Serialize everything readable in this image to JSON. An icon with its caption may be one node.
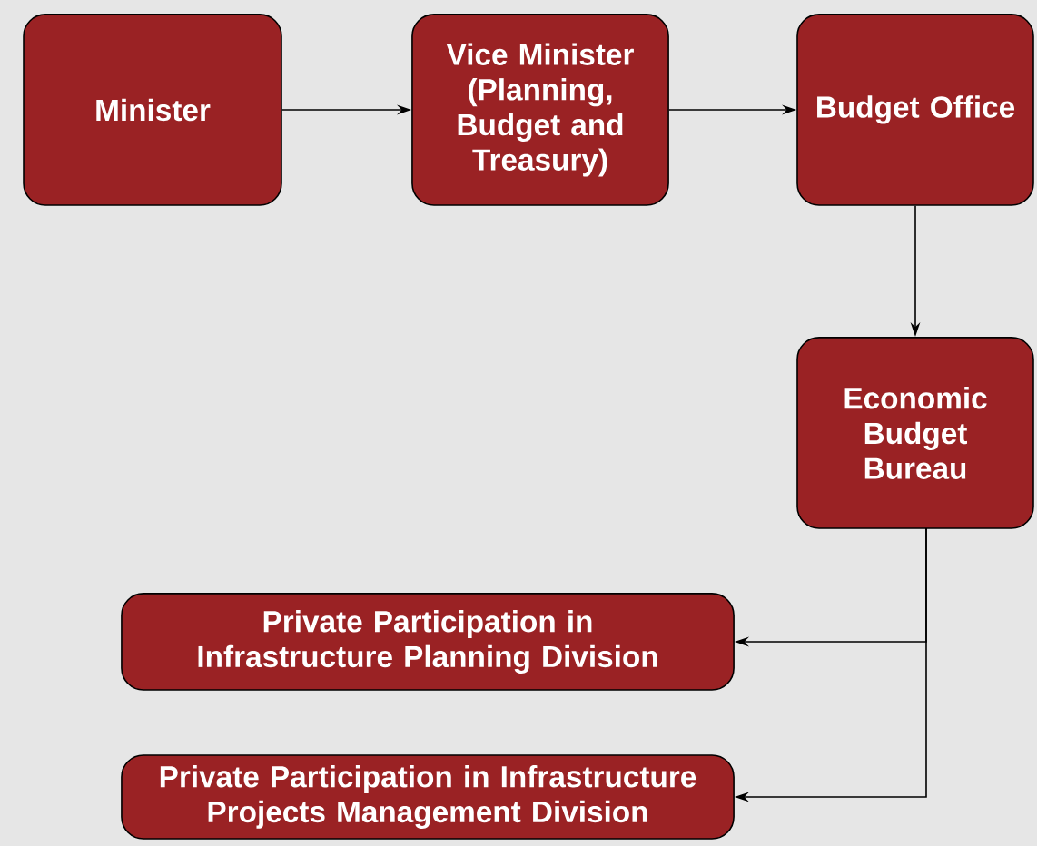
{
  "diagram": {
    "nodes": [
      {
        "text": [
          "Minister"
        ]
      },
      {
        "text": [
          "Vice Minister (Planning, Budget and Treasury)"
        ]
      },
      {
        "text": [
          "Budget Office"
        ]
      },
      {
        "text": [
          "Economic Budget Bureau"
        ]
      },
      {
        "text": [
          "Private Participation in Infrastructure Planning Division"
        ]
      },
      {
        "text": [
          "Private Participation in Infrastructure Projects Management Division"
        ]
      }
    ],
    "edges": [
      {
        "from": 0,
        "to": 1,
        "arrow": "to"
      },
      {
        "from": 1,
        "to": 2,
        "arrow": "to"
      },
      {
        "from": 2,
        "to": 3,
        "arrow": "to"
      },
      {
        "from": 3,
        "to": 4,
        "arrow": "to"
      },
      {
        "from": 3,
        "to": 5,
        "arrow": "to"
      }
    ]
  }
}
